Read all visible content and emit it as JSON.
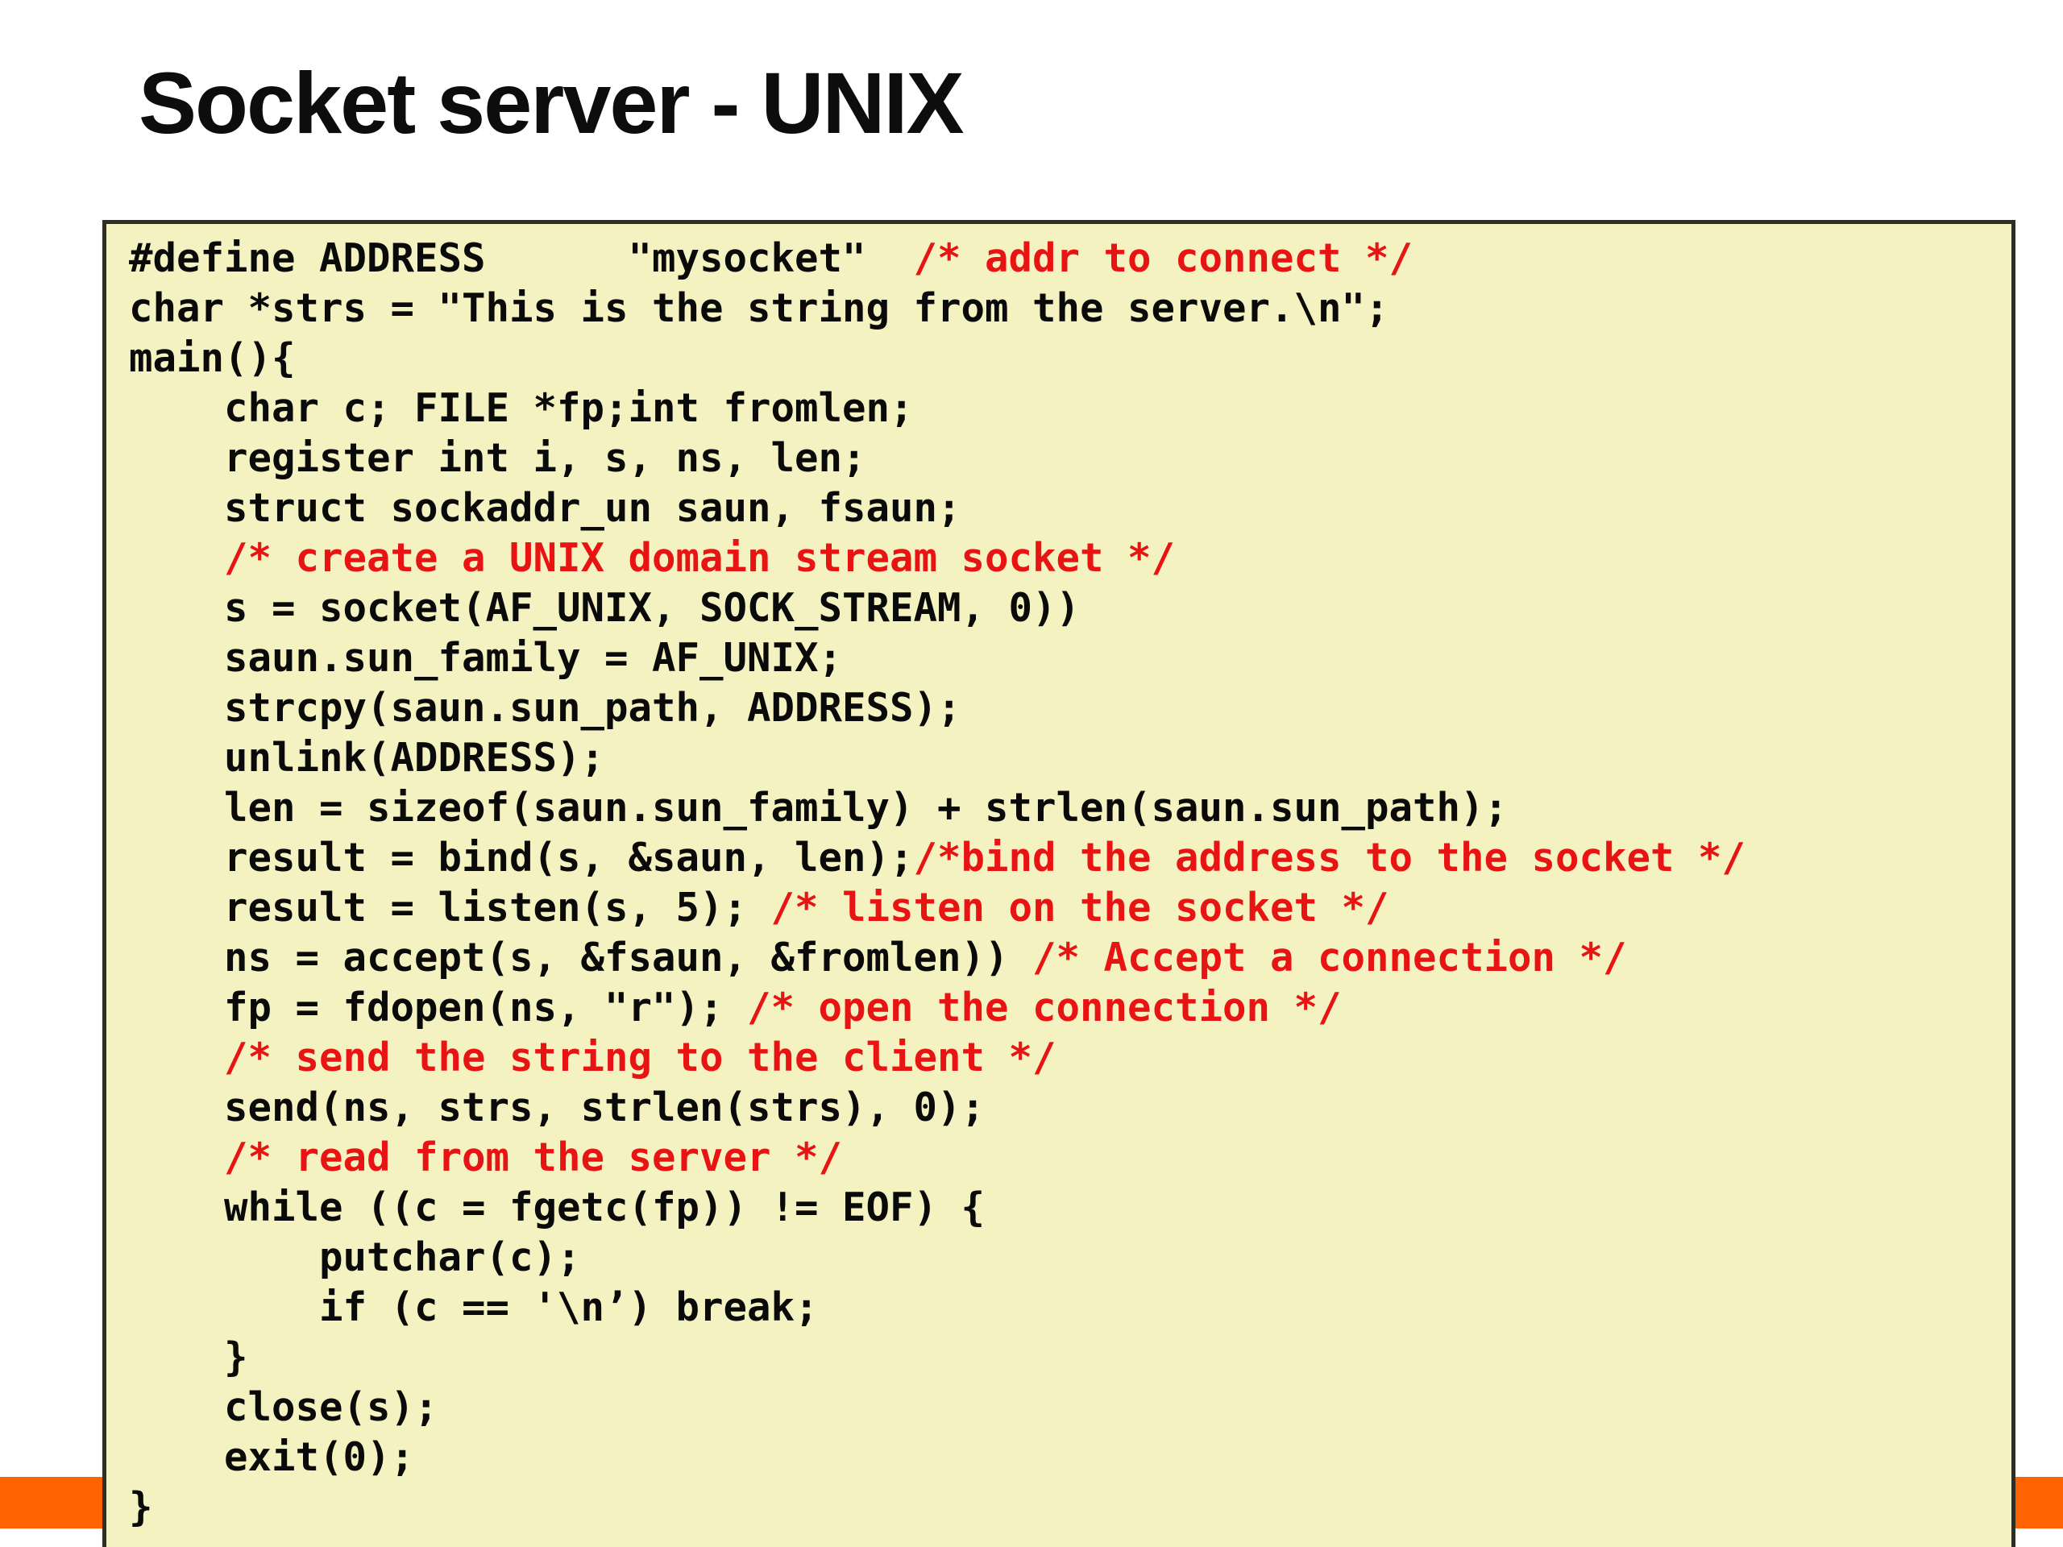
{
  "slide": {
    "title": "Socket server - UNIX"
  },
  "colors": {
    "code_bg": "#f3f2c0",
    "comment_red": "#e81313",
    "accent_orange": "#ff6200",
    "border_dark": "#2e2e24",
    "code_text": "#0a0a0a"
  },
  "code": {
    "lines": [
      {
        "segments": [
          {
            "type": "code-seg",
            "text": "#define ADDRESS      \"mysocket\"  "
          },
          {
            "type": "comment",
            "text": "/* addr to connect */"
          }
        ]
      },
      {
        "segments": [
          {
            "type": "code-seg",
            "text": "char *strs = \"This is the string from the server.\\n\";"
          }
        ]
      },
      {
        "segments": [
          {
            "type": "code-seg",
            "text": "main(){"
          }
        ]
      },
      {
        "segments": [
          {
            "type": "code-seg",
            "text": "    char c; FILE *fp;int fromlen;"
          }
        ]
      },
      {
        "segments": [
          {
            "type": "code-seg",
            "text": "    register int i, s, ns, len;"
          }
        ]
      },
      {
        "segments": [
          {
            "type": "code-seg",
            "text": "    struct sockaddr_un saun, fsaun;"
          }
        ]
      },
      {
        "segments": [
          {
            "type": "code-seg",
            "text": "    "
          },
          {
            "type": "comment",
            "text": "/* create a UNIX domain stream socket */"
          }
        ]
      },
      {
        "segments": [
          {
            "type": "code-seg",
            "text": "    s = socket(AF_UNIX, SOCK_STREAM, 0))"
          }
        ]
      },
      {
        "segments": [
          {
            "type": "code-seg",
            "text": "    saun.sun_family = AF_UNIX;"
          }
        ]
      },
      {
        "segments": [
          {
            "type": "code-seg",
            "text": "    strcpy(saun.sun_path, ADDRESS);"
          }
        ]
      },
      {
        "segments": [
          {
            "type": "code-seg",
            "text": "    unlink(ADDRESS);"
          }
        ]
      },
      {
        "segments": [
          {
            "type": "code-seg",
            "text": "    len = sizeof(saun.sun_family) + strlen(saun.sun_path);"
          }
        ]
      },
      {
        "segments": [
          {
            "type": "code-seg",
            "text": "    result = bind(s, &saun, len);"
          },
          {
            "type": "comment",
            "text": "/*bind the address to the socket */"
          }
        ]
      },
      {
        "segments": [
          {
            "type": "code-seg",
            "text": "    result = listen(s, 5); "
          },
          {
            "type": "comment",
            "text": "/* listen on the socket */"
          }
        ]
      },
      {
        "segments": [
          {
            "type": "code-seg",
            "text": "    ns = accept(s, &fsaun, &fromlen)) "
          },
          {
            "type": "comment",
            "text": "/* Accept a connection */"
          }
        ]
      },
      {
        "segments": [
          {
            "type": "code-seg",
            "text": "    fp = fdopen(ns, \"r\"); "
          },
          {
            "type": "comment",
            "text": "/* open the connection */"
          }
        ]
      },
      {
        "segments": [
          {
            "type": "code-seg",
            "text": "    "
          },
          {
            "type": "comment",
            "text": "/* send the string to the client */"
          }
        ]
      },
      {
        "segments": [
          {
            "type": "code-seg",
            "text": "    send(ns, strs, strlen(strs), 0);"
          }
        ]
      },
      {
        "segments": [
          {
            "type": "code-seg",
            "text": "    "
          },
          {
            "type": "comment",
            "text": "/* read from the server */"
          }
        ]
      },
      {
        "segments": [
          {
            "type": "code-seg",
            "text": "    while ((c = fgetc(fp)) != EOF) {"
          }
        ]
      },
      {
        "segments": [
          {
            "type": "code-seg",
            "text": "        putchar(c);"
          }
        ]
      },
      {
        "segments": [
          {
            "type": "code-seg",
            "text": "        if (c == '\\n’) break;"
          }
        ]
      },
      {
        "segments": [
          {
            "type": "code-seg",
            "text": "    }"
          }
        ]
      },
      {
        "segments": [
          {
            "type": "code-seg",
            "text": "    close(s);"
          }
        ]
      },
      {
        "segments": [
          {
            "type": "code-seg",
            "text": "    exit(0);"
          }
        ]
      },
      {
        "segments": [
          {
            "type": "code-seg",
            "text": "}"
          }
        ]
      }
    ]
  }
}
